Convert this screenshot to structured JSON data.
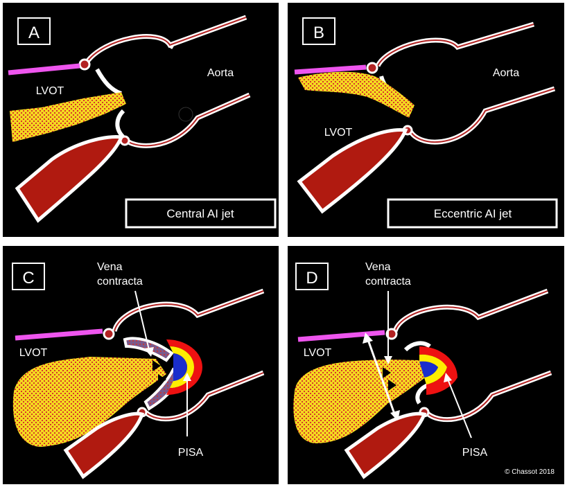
{
  "panels": {
    "a": {
      "letter": "A",
      "aorta": "Aorta",
      "lvot": "LVOT",
      "caption": "Central AI jet"
    },
    "b": {
      "letter": "B",
      "aorta": "Aorta",
      "lvot": "LVOT",
      "caption": "Eccentric AI jet"
    },
    "c": {
      "letter": "C",
      "lvot": "LVOT",
      "vena_line1": "Vena",
      "vena_line2": "contracta",
      "pisa": "PISA"
    },
    "d": {
      "letter": "D",
      "lvot": "LVOT",
      "vena_line1": "Vena",
      "vena_line2": "contracta",
      "pisa": "PISA",
      "copyright": "© Chassot 2018"
    }
  },
  "colors": {
    "background": "#000000",
    "frame": "#ffffff",
    "aortic_wall": "#ffffff",
    "wall_accent": "#b22222",
    "mitral_leaflet": "#b01a10",
    "septum": "#ee55ee",
    "jet_fill": "#f4d820",
    "jet_dots": "#d8352a",
    "pisa_red": "#ee1111",
    "pisa_yellow": "#ffee00",
    "pisa_blue": "#1a2ecc",
    "vena_contracta": "#7a5a8c"
  }
}
